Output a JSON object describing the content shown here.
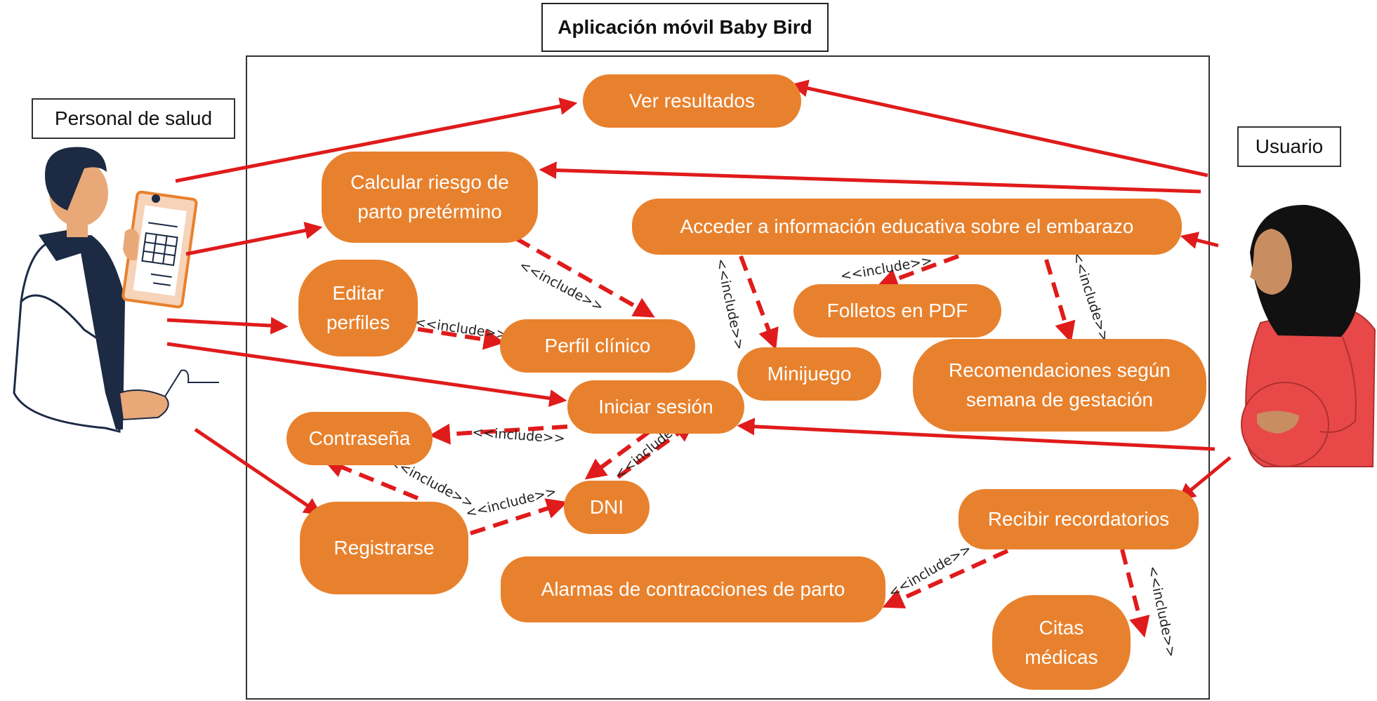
{
  "title": "Aplicación móvil Baby Bird",
  "actors": {
    "health_staff": "Personal de salud",
    "user": "Usuario"
  },
  "use_cases": {
    "ver_resultados": "Ver resultados",
    "calcular_riesgo": "Calcular riesgo de parto pretérmino",
    "acceder_info": "Acceder a información educativa sobre el embarazo",
    "editar_perfiles": "Editar perfiles",
    "perfil_clinico": "Perfil clínico",
    "folletos_pdf": "Folletos en PDF",
    "minijuego": "Minijuego",
    "recomendaciones": "Recomendaciones según semana de gestación",
    "iniciar_sesion": "Iniciar sesión",
    "contrasena": "Contraseña",
    "dni": "DNI",
    "registrarse": "Registrarse",
    "recibir_recordatorios": "Recibir recordatorios",
    "alarmas": "Alarmas de contracciones de parto",
    "citas": "Citas médicas"
  },
  "include_label": "<<include>>",
  "colors": {
    "use_case_fill": "#e8812d",
    "association_arrow": "#e01b1b",
    "actor_dark": "#1c2a44",
    "user_dress": "#e84848"
  }
}
